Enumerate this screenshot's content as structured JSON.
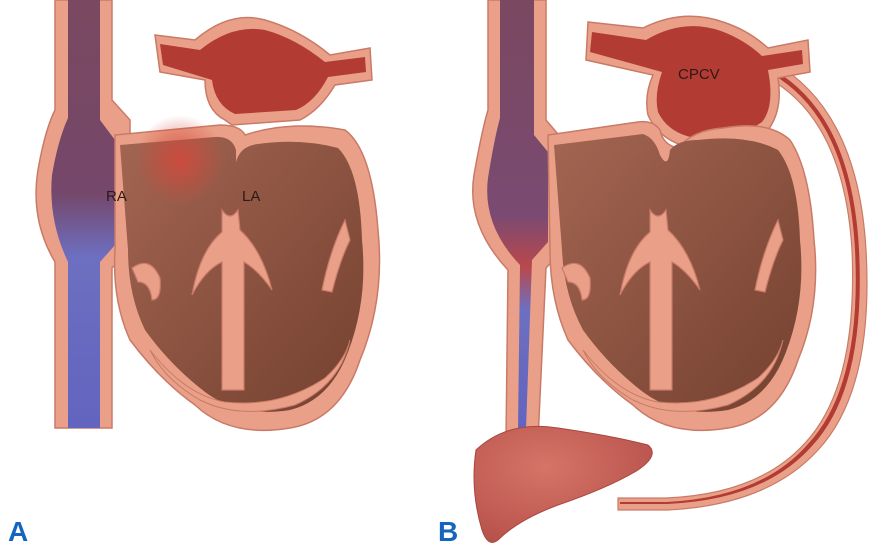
{
  "colors": {
    "tissue": "#eaa088",
    "tissue_edge": "#c97a67",
    "chamber": "#9a5a4a",
    "chamber_dark": "#6f3a30",
    "artery": "#b23b33",
    "vein_blue": "#6d6fc0",
    "vein_purple": "#7a4860",
    "liver": "#c8635c",
    "label_blue": "#1565c0"
  },
  "panel_a": {
    "letter": "A",
    "label_ra": "RA",
    "label_la": "LA"
  },
  "panel_b": {
    "letter": "B",
    "label_cpcv": "CPCV"
  }
}
